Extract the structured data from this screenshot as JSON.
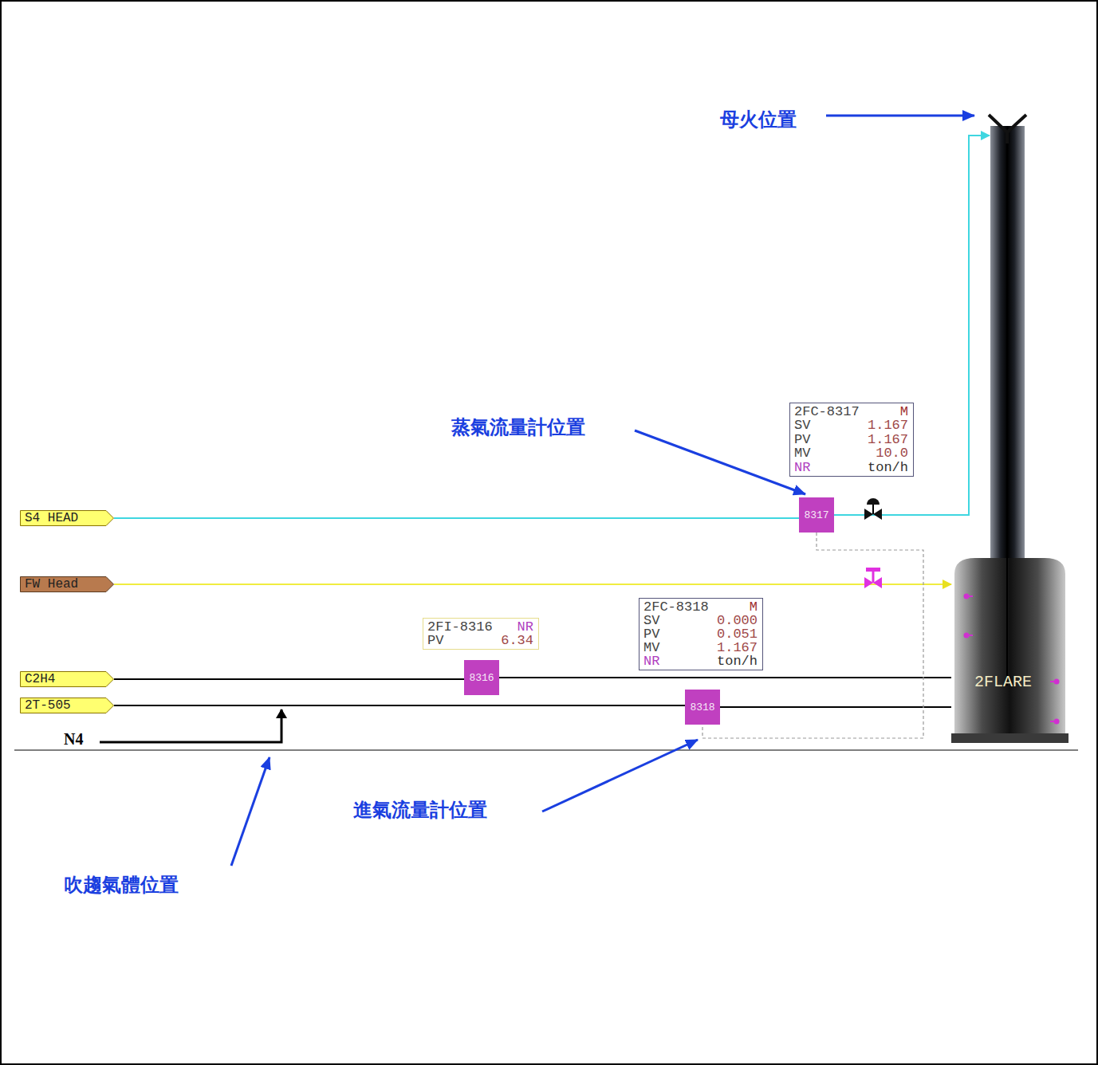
{
  "diagram": {
    "nodes": [
      {
        "text": [
          "2FC-8317",
          "M",
          "SV",
          "1.167",
          "PV",
          "1.167",
          "MV",
          "10.0",
          "NR",
          "ton/h"
        ]
      },
      {
        "text": [
          "8317"
        ]
      },
      {
        "text": [
          "S4 HEAD"
        ]
      },
      {
        "text": [
          "FW Head"
        ]
      },
      {
        "text": [
          "2FC-8318",
          "M",
          "SV",
          "0.000",
          "PV",
          "0.051",
          "MV",
          "1.167",
          "NR",
          "ton/h"
        ]
      },
      {
        "text": [
          "2FI-8316",
          "NR",
          "PV",
          "6.34"
        ]
      },
      {
        "text": [
          "C2H4"
        ]
      },
      {
        "text": [
          "8316"
        ]
      },
      {
        "text": [
          "2T-505"
        ]
      },
      {
        "text": [
          "8318"
        ]
      },
      {
        "text": [
          "2FLARE"
        ]
      }
    ],
    "edges": [
      {
        "from": 2,
        "to": 1,
        "arrow": "none"
      },
      {
        "from": 1,
        "to": 10,
        "arrow": "to"
      },
      {
        "from": 3,
        "to": 10,
        "arrow": "to"
      },
      {
        "from": 6,
        "to": 7,
        "arrow": "none"
      },
      {
        "from": 7,
        "to": 10,
        "arrow": "none"
      },
      {
        "from": 8,
        "to": 9,
        "arrow": "none"
      },
      {
        "from": 9,
        "to": 10,
        "arrow": "none"
      },
      {
        "from": 1,
        "to": 9,
        "arrow": "none"
      }
    ],
    "labels": [
      "母火位置",
      "蒸氣流量計位置",
      "N4",
      "進氣流量計位置",
      "吹趨氣體位置"
    ]
  }
}
